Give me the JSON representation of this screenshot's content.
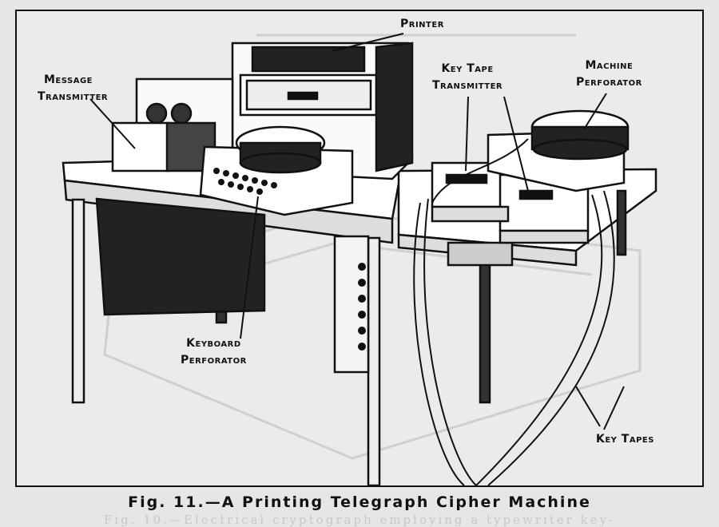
{
  "labels": {
    "printer": "Printer",
    "message_transmitter": [
      "Message",
      "Transmitter"
    ],
    "key_tape_transmitter": [
      "Key Tape",
      "Transmitter"
    ],
    "machine_perforator": [
      "Machine",
      "Perforator"
    ],
    "keyboard_perforator": [
      "Keyboard",
      "Perforator"
    ],
    "key_tapes": "Key Tapes"
  },
  "caption": "Fig. 11.—A Printing Telegraph Cipher Machine",
  "ghost_caption": "Fig. 10.—Electrical cryptograph employing a typewriter key-",
  "colors": {
    "ink": "#111111",
    "paper": "#e8e8e8",
    "ghost": "#c8c8c8"
  }
}
